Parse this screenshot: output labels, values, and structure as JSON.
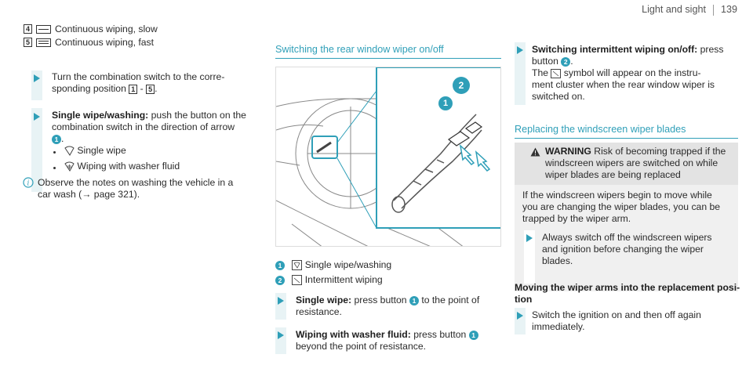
{
  "header": {
    "section": "Light and sight",
    "page_number": "139"
  },
  "col1": {
    "key4": {
      "num": "4",
      "text": "Continuous wiping, slow"
    },
    "key5": {
      "num": "5",
      "text": "Continuous wiping, fast"
    },
    "step1": {
      "line1": "Turn the combination switch to the corre-",
      "line2": "sponding position",
      "from": "1",
      "dash": " - ",
      "to": "5",
      "end": "."
    },
    "step2": {
      "bold": "Single wipe/washing:",
      "line1": " push the button on the",
      "line2": "combination switch in the direction of arrow",
      "marker": "1",
      "marker_end": "."
    },
    "bullet1": "Single wipe",
    "bullet2": "Wiping with washer fluid",
    "note": {
      "icon": "i",
      "line1": "Observe the notes on washing the vehicle in a",
      "line2": "car wash (",
      "arrow": "→",
      "link": "page 321).",
      "close": ""
    }
  },
  "col2": {
    "heading": "Switching the rear window wiper on/off",
    "figure_labels": {
      "one": "1",
      "two": "2"
    },
    "legend1": {
      "num": "1",
      "text": "Single wipe/washing"
    },
    "legend2": {
      "num": "2",
      "text": "Intermittent wiping"
    },
    "step_single": {
      "bold": "Single wipe:",
      "line1a": " press button",
      "marker": "1",
      "line1b": " to the point of",
      "line2": "resistance."
    },
    "step_washer": {
      "bold": "Wiping with washer fluid:",
      "line1": " press button",
      "marker": "1",
      "line2": "beyond the point of resistance."
    }
  },
  "col3": {
    "step_interval": {
      "bold": "Switching intermittent wiping on/off:",
      "line1": " press",
      "line2a": "button",
      "marker": "2",
      "line2b": ".",
      "line3a": "The",
      "line3b": " symbol will appear on the instru-",
      "line4": "ment cluster when the rear window wiper is",
      "line5": "switched on."
    },
    "heading": "Replacing the windscreen wiper blades",
    "warning": {
      "label": "WARNING",
      "line1": " Risk of becoming trapped if the",
      "line2": "windscreen wipers are switched on while",
      "line3": "wiper blades are being replaced"
    },
    "warn_body": {
      "line1": "If the windscreen wipers begin to move while",
      "line2": "you are changing the wiper blades, you can be",
      "line3": "trapped by the wiper arm."
    },
    "warn_step": {
      "line1": "Always switch off the windscreen wipers",
      "line2": "and ignition before changing the wiper",
      "line3": "blades."
    },
    "subheading": {
      "line1": "Moving the wiper arms into the replacement posi-",
      "line2": "tion"
    },
    "final_step": {
      "line1": "Switch the ignition on and then off again",
      "line2": "immediately."
    }
  },
  "colors": {
    "accent": "#2f9fb8",
    "step_bg": "#e8f3f5",
    "warning_bg": "#e3e3e3"
  }
}
